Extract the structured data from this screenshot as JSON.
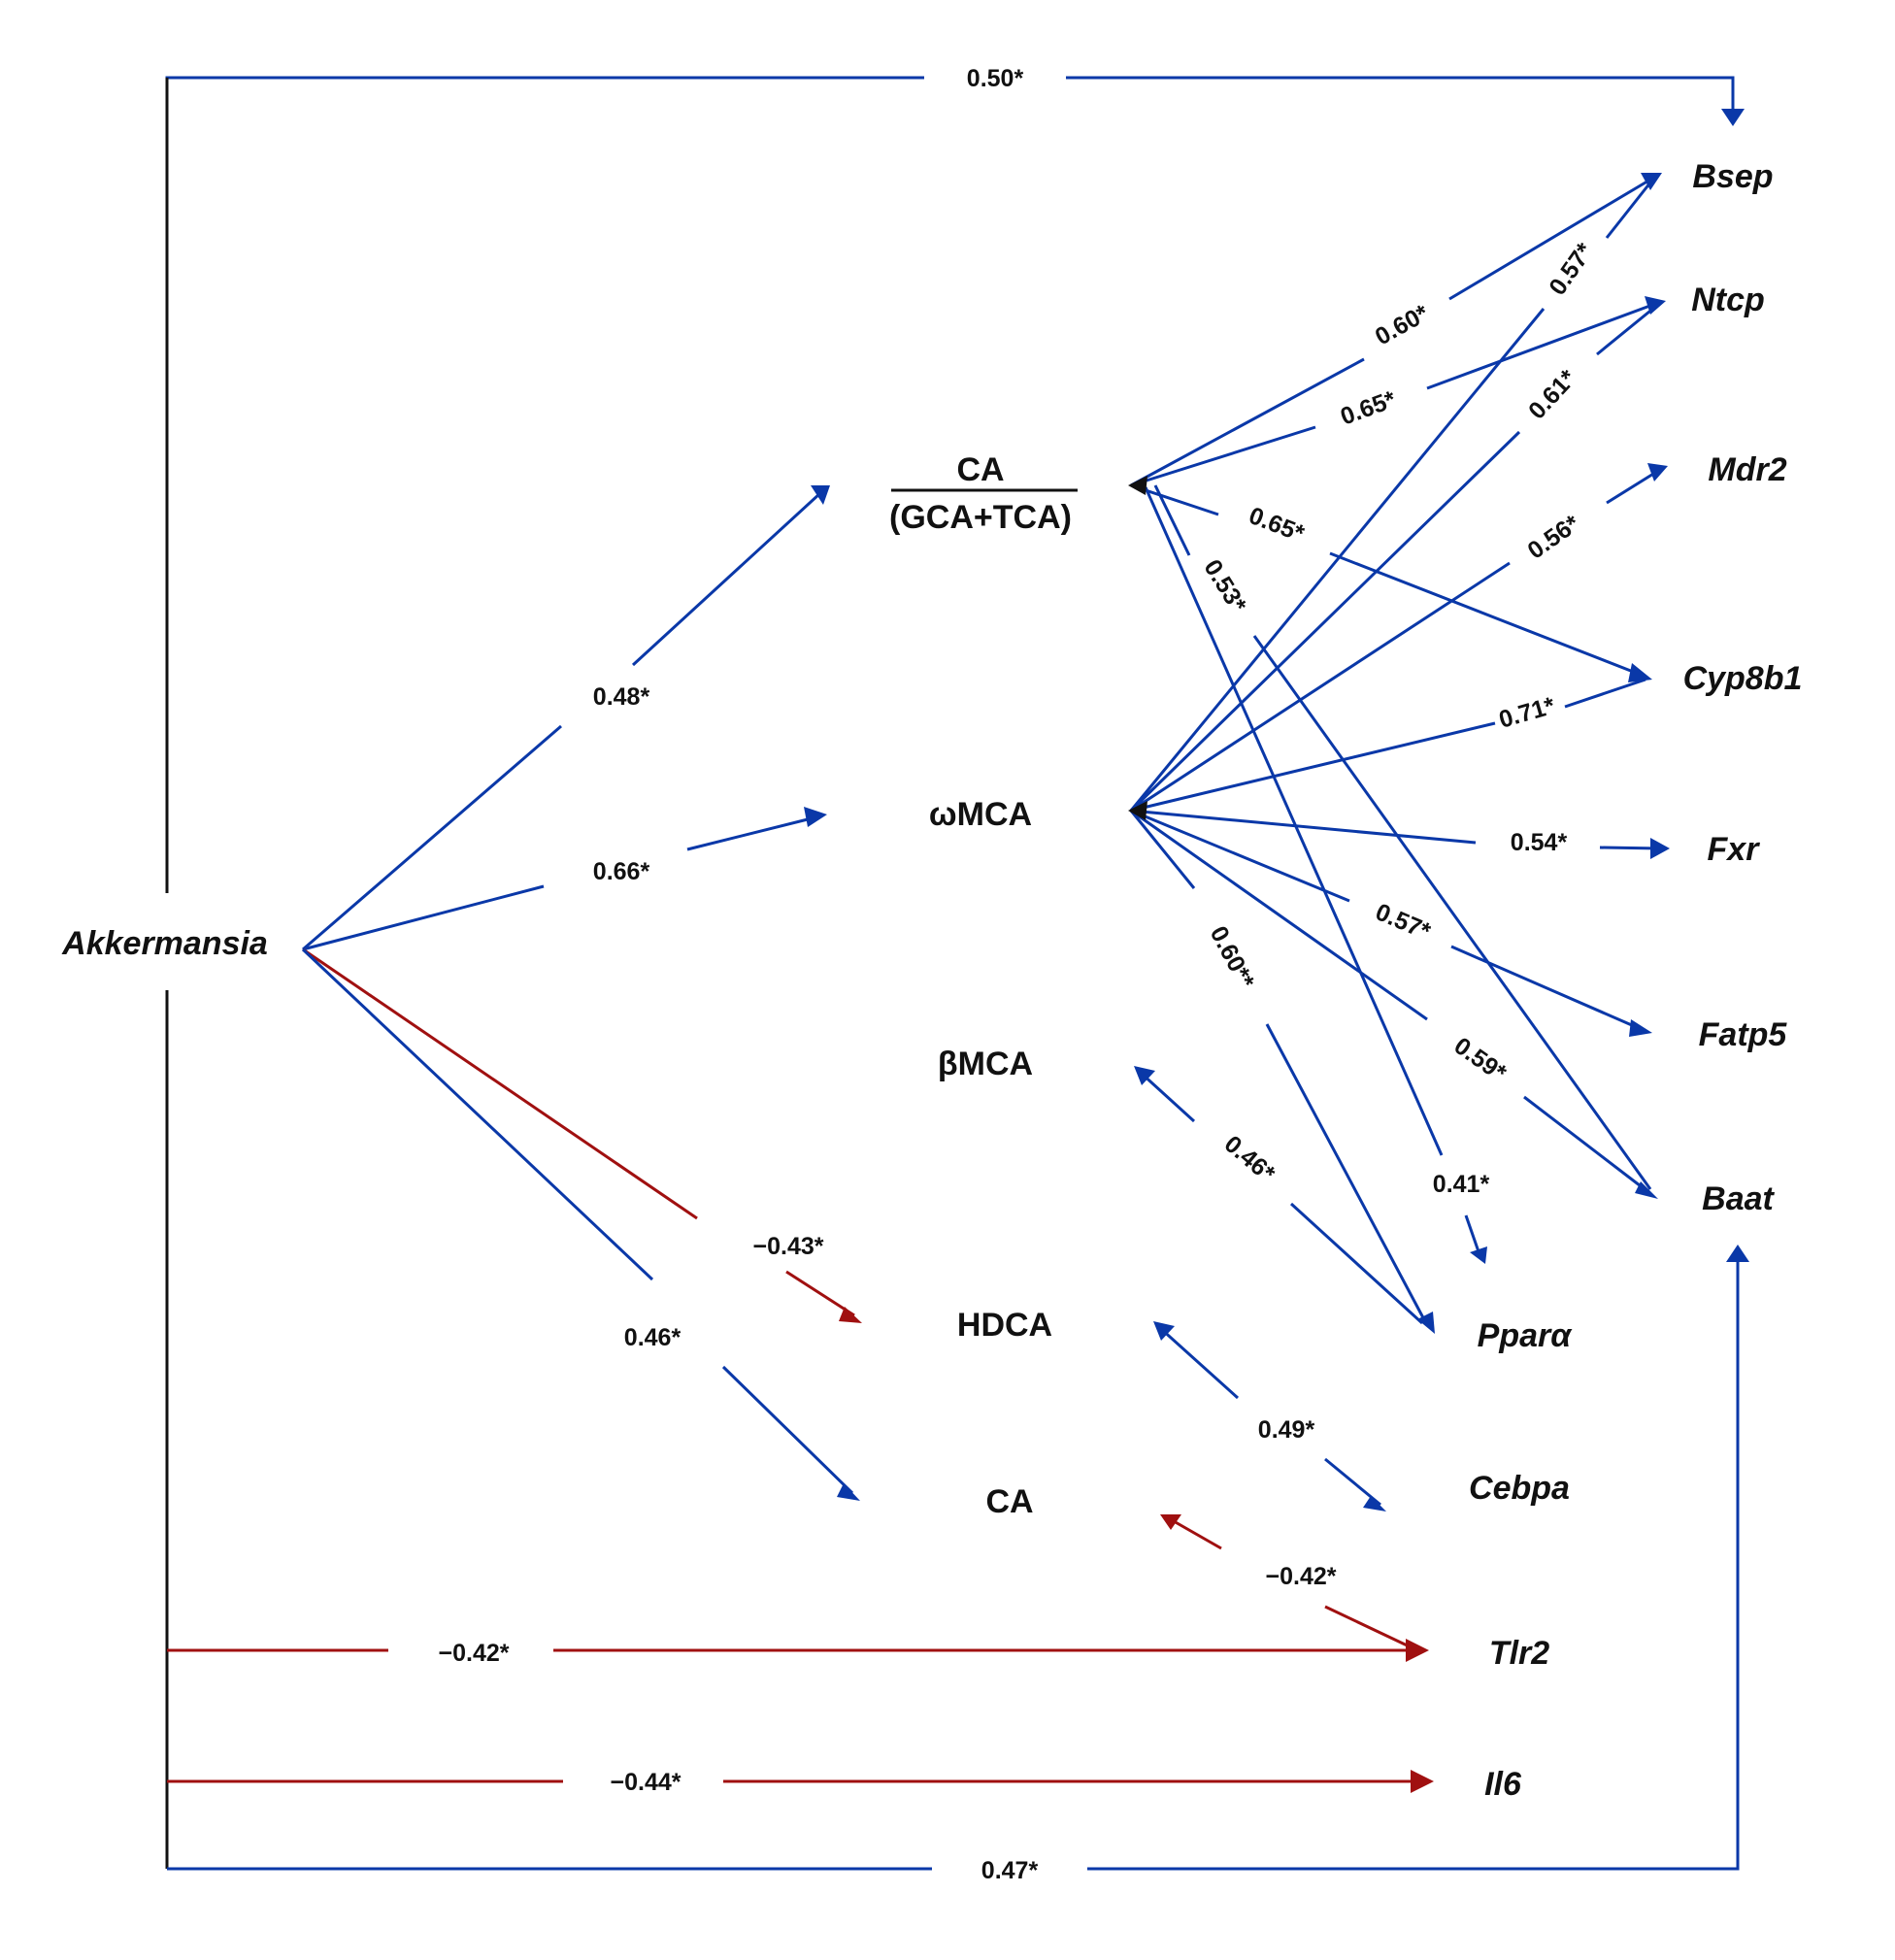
{
  "colors": {
    "positive": "#0a38a8",
    "negative": "#a01010",
    "axis": "#111111"
  },
  "nodes": {
    "akkermansia": "Akkermansia",
    "ca_ratio_num": "CA",
    "ca_ratio_den": "(GCA+TCA)",
    "wmca": "ωMCA",
    "bmca": "βMCA",
    "hdca": "HDCA",
    "ca": "CA",
    "bsep": "Bsep",
    "ntcp": "Ntcp",
    "mdr2": "Mdr2",
    "cyp8b1": "Cyp8b1",
    "fxr": "Fxr",
    "fatp5": "Fatp5",
    "baat": "Baat",
    "ppara": "Pparα",
    "cebpa": "Cebpa",
    "tlr2": "Tlr2",
    "il6": "Il6"
  },
  "edges": {
    "akk_bsep": "0.50*",
    "akk_caratio": "0.48*",
    "akk_wmca": "0.66*",
    "akk_hdca": "−0.43*",
    "akk_ca": "0.46*",
    "akk_tlr2": "−0.42*",
    "akk_il6": "−0.44*",
    "akk_baat": "0.47*",
    "caratio_bsep": "0.60*",
    "caratio_ntcp": "0.65*",
    "caratio_cyp8b1": "0.65*",
    "caratio_baat": "0.53*",
    "wmca_bsep": "0.57*",
    "wmca_ntcp": "0.61*",
    "wmca_mdr2": "0.56*",
    "wmca_cyp8b1": "0.71*",
    "wmca_fxr": "0.54*",
    "wmca_fatp5": "0.57*",
    "wmca_baat": "0.59*",
    "wmca_ppara": "0.60**",
    "caratio_ppara": "0.41*",
    "bmca_ppara": "0.46*",
    "hdca_cebpa": "0.49*",
    "ca_tlr2": "−0.42*"
  }
}
